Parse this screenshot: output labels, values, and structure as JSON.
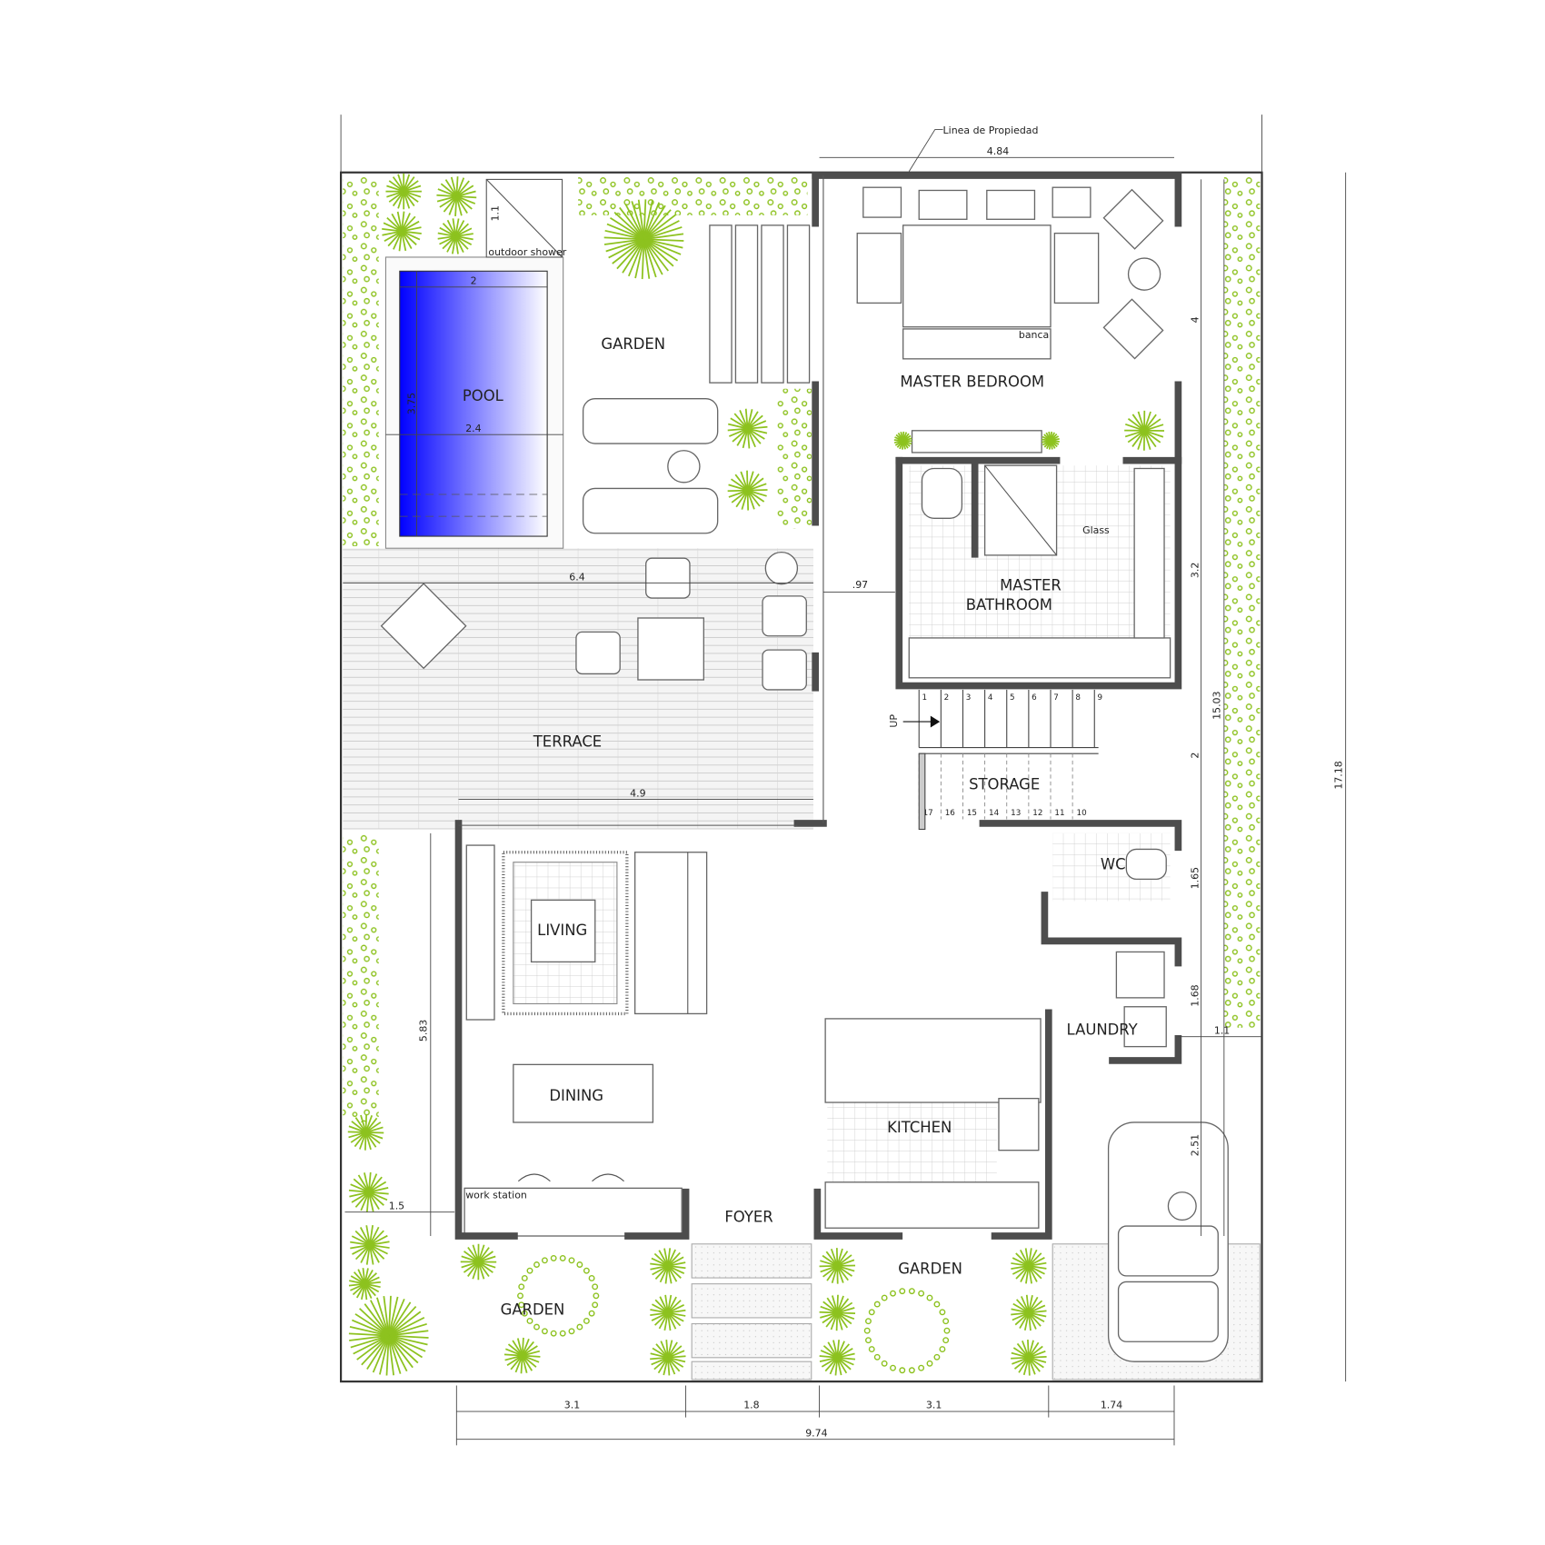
{
  "colors": {
    "plant": "#8dc21f",
    "pool": "#0000ff",
    "wall": "#4d4d4d",
    "tile": "#cfcfcf"
  },
  "annotations": {
    "property_line": "Linea de Propiedad",
    "banca": "banca",
    "glass": "Glass",
    "outdoor_shower": "outdoor shower",
    "up": "UP",
    "work_station": "work station"
  },
  "rooms": {
    "garden_top": "GARDEN",
    "pool": "POOL",
    "master_bedroom": "MASTER BEDROOM",
    "master_bathroom_1": "MASTER",
    "master_bathroom_2": "BATHROOM",
    "terrace": "TERRACE",
    "storage": "STORAGE",
    "wc": "WC",
    "living": "LIVING",
    "dining": "DINING",
    "kitchen": "KITCHEN",
    "laundry": "LAUNDRY",
    "foyer": "FOYER",
    "garden_front_right": "GARDEN",
    "garden_front_left": "GARDEN"
  },
  "dimensions": {
    "top_bedroom_width": "4.84",
    "pool_inner_width": "2",
    "pool_outer_width": "2.4",
    "pool_length": "3.75",
    "shower": "1.1",
    "terrace_width": "6.4",
    "terrace_lower_width": "4.9",
    "corridor": ".97",
    "left_side": "5.83",
    "left_setback": "1.5",
    "right_bedroom": "4",
    "right_bathroom": "3.2",
    "right_storage": "2",
    "right_wc": "1.65",
    "right_laundry": "1.68",
    "right_garage": "2.51",
    "right_total": "15.03",
    "right_setback": "1.1",
    "plot_depth": "17.18",
    "bottom_1": "3.1",
    "bottom_2": "1.8",
    "bottom_3": "3.1",
    "bottom_4": "1.74",
    "bottom_total": "9.74"
  },
  "stairs": {
    "top_steps": [
      "1",
      "2",
      "3",
      "4",
      "5",
      "6",
      "7",
      "8",
      "9"
    ],
    "bottom_steps": [
      "17",
      "16",
      "15",
      "14",
      "13",
      "12",
      "11",
      "10"
    ]
  }
}
